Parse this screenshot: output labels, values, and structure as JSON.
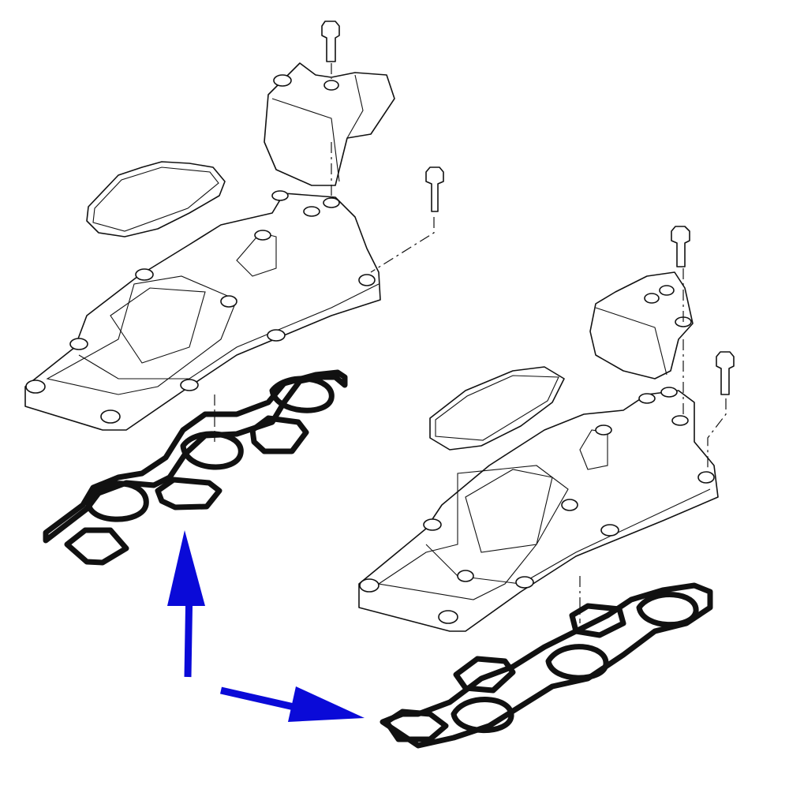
{
  "colors": {
    "line": "#111111",
    "gasket_fill": "#bbbbbb",
    "arrow": "#0a0ad8",
    "background": "#ffffff"
  },
  "parts": [
    "intake-manifold",
    "manifold-gasket",
    "flap-actuator",
    "bolt",
    "cover-gasket"
  ],
  "assemblies": [
    {
      "side": "left"
    },
    {
      "side": "right"
    }
  ],
  "arrows": [
    {
      "direction": "up"
    },
    {
      "direction": "right"
    }
  ]
}
